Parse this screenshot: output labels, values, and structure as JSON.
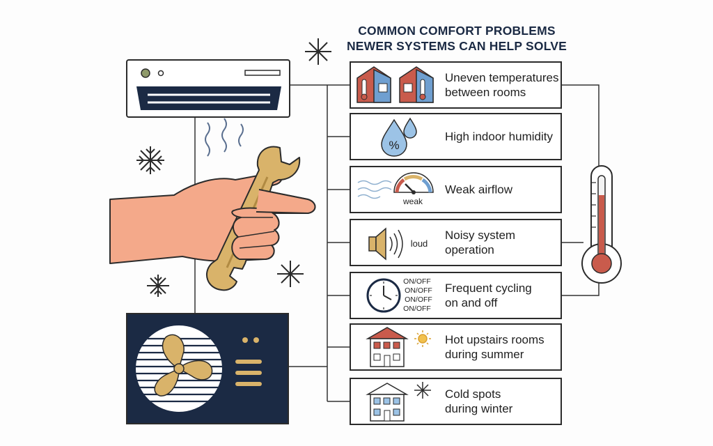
{
  "title": {
    "line1": "COMMON COMFORT PROBLEMS",
    "line2": "NEWER SYSTEMS CAN HELP SOLVE"
  },
  "problems": [
    {
      "label": "Uneven temperatures\nbetween rooms",
      "icon": "two-houses-temperature-icon"
    },
    {
      "label": "High indoor humidity",
      "icon": "humidity-drops-icon",
      "icon_text": "%"
    },
    {
      "label": "Weak airflow",
      "icon": "airflow-gauge-icon",
      "icon_text": "weak"
    },
    {
      "label": "Noisy system\noperation",
      "icon": "speaker-icon",
      "icon_text": "loud"
    },
    {
      "label": "Frequent cycling\non and off",
      "icon": "clock-icon",
      "icon_text": [
        "ON/OFF",
        "ON/OFF",
        "ON/OFF",
        "ON/OFF"
      ]
    },
    {
      "label": "Hot upstairs rooms\nduring summer",
      "icon": "two-story-house-sun-icon"
    },
    {
      "label": "Cold spots\nduring winter",
      "icon": "house-snowflake-icon"
    }
  ],
  "colors": {
    "navy": "#1b2a44",
    "gold": "#d9b36a",
    "skin": "#f4a98a",
    "warm_red": "#c95b4c",
    "cool_blue": "#6f9fd0"
  }
}
